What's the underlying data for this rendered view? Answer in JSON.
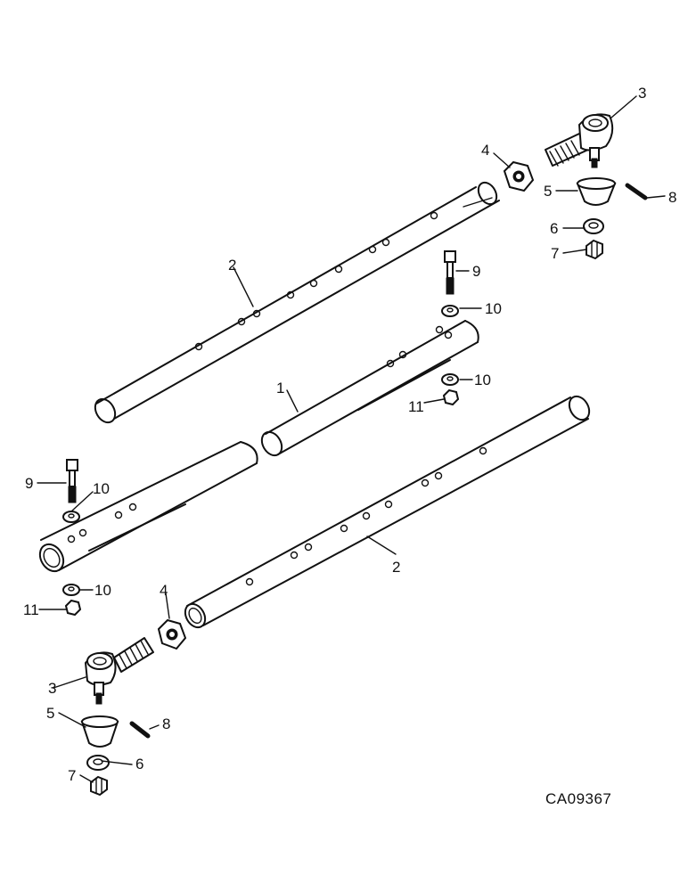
{
  "diagram_code": "CA09367",
  "callouts": {
    "c1": "1",
    "c2_upper": "2",
    "c2_lower": "2",
    "c3_upper": "3",
    "c3_lower": "3",
    "c4_upper": "4",
    "c4_lower": "4",
    "c5_upper": "5",
    "c5_lower": "5",
    "c6_upper": "6",
    "c6_lower": "6",
    "c7_upper": "7",
    "c7_lower": "7",
    "c8_upper": "8",
    "c8_lower": "8",
    "c9_right": "9",
    "c9_left": "9",
    "c10_right_upper": "10",
    "c10_right_lower": "10",
    "c10_left_upper": "10",
    "c10_left_lower": "10",
    "c11_right": "11",
    "c11_left": "11"
  }
}
